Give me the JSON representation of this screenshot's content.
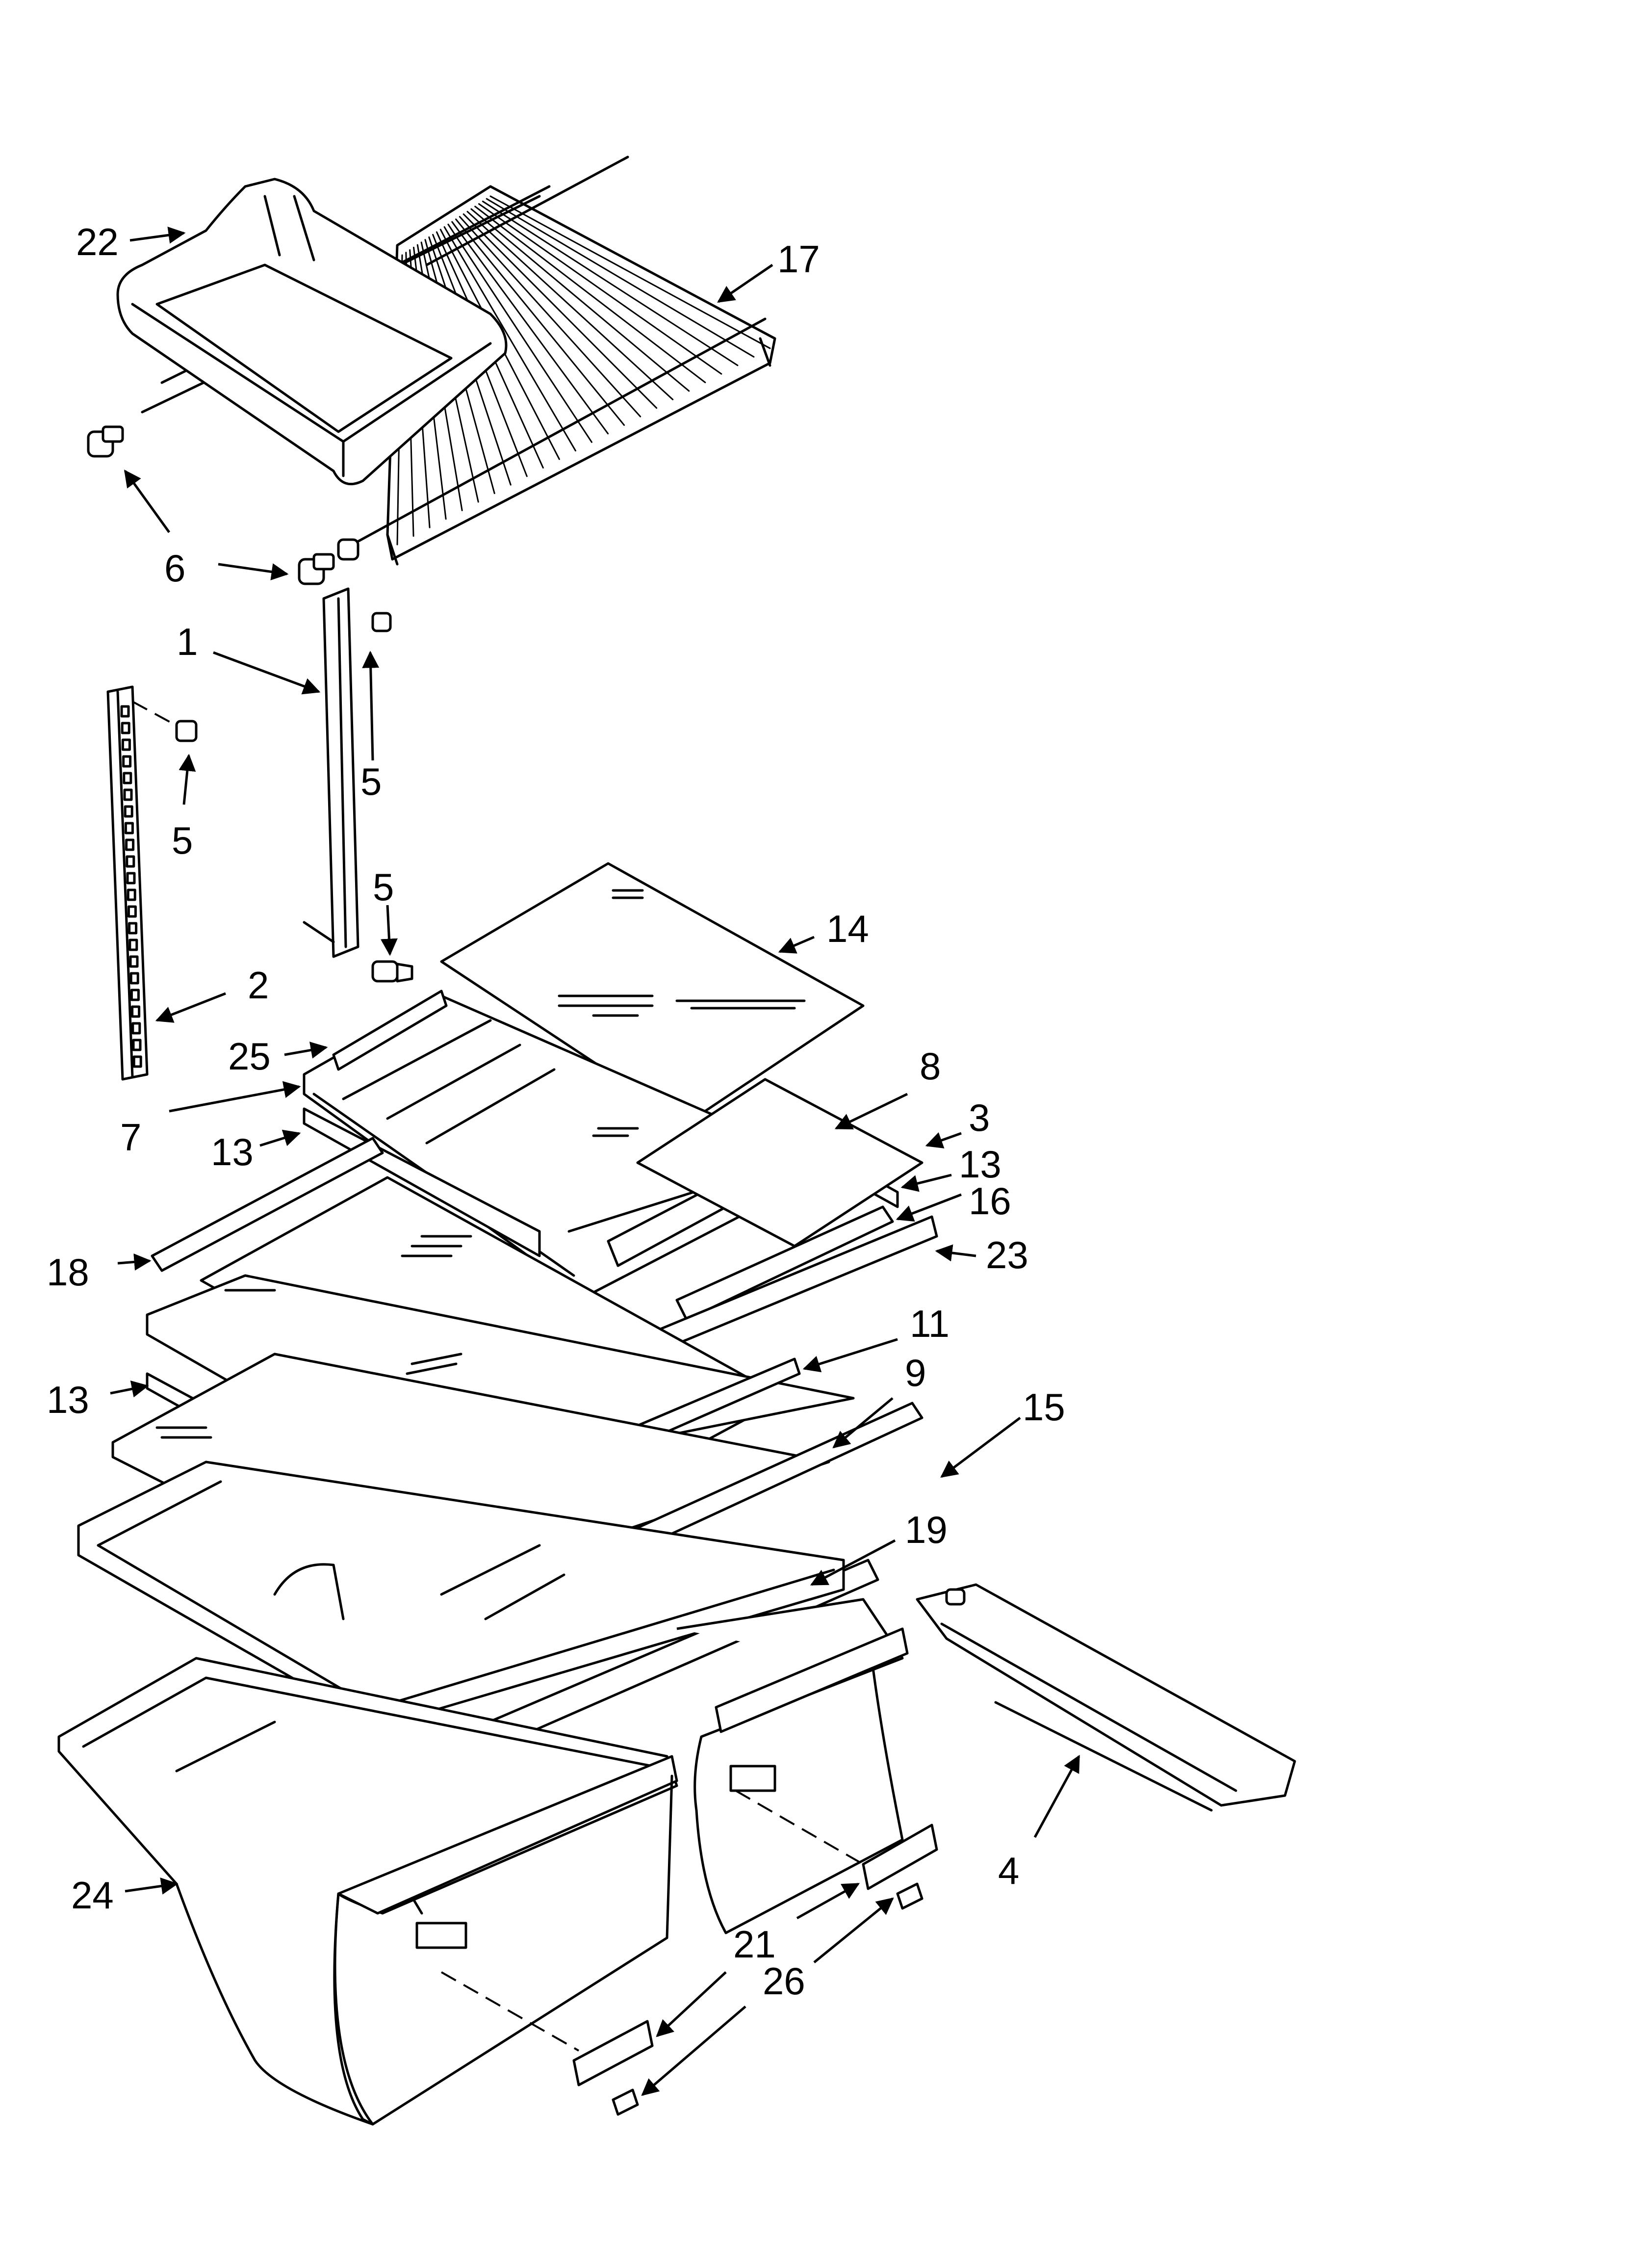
{
  "callouts": [
    {
      "id": "22",
      "label": "22"
    },
    {
      "id": "17",
      "label": "17"
    },
    {
      "id": "6",
      "label": "6"
    },
    {
      "id": "1",
      "label": "1"
    },
    {
      "id": "5a",
      "label": "5"
    },
    {
      "id": "5b",
      "label": "5"
    },
    {
      "id": "5c",
      "label": "5"
    },
    {
      "id": "14",
      "label": "14"
    },
    {
      "id": "2",
      "label": "2"
    },
    {
      "id": "25",
      "label": "25"
    },
    {
      "id": "7",
      "label": "7"
    },
    {
      "id": "8",
      "label": "8"
    },
    {
      "id": "3",
      "label": "3"
    },
    {
      "id": "13a",
      "label": "13"
    },
    {
      "id": "13b",
      "label": "13"
    },
    {
      "id": "16",
      "label": "16"
    },
    {
      "id": "18",
      "label": "18"
    },
    {
      "id": "23",
      "label": "23"
    },
    {
      "id": "11",
      "label": "11"
    },
    {
      "id": "9",
      "label": "9"
    },
    {
      "id": "13c",
      "label": "13"
    },
    {
      "id": "15",
      "label": "15"
    },
    {
      "id": "19",
      "label": "19"
    },
    {
      "id": "24",
      "label": "24"
    },
    {
      "id": "4",
      "label": "4"
    },
    {
      "id": "21",
      "label": "21"
    },
    {
      "id": "26",
      "label": "26"
    }
  ]
}
